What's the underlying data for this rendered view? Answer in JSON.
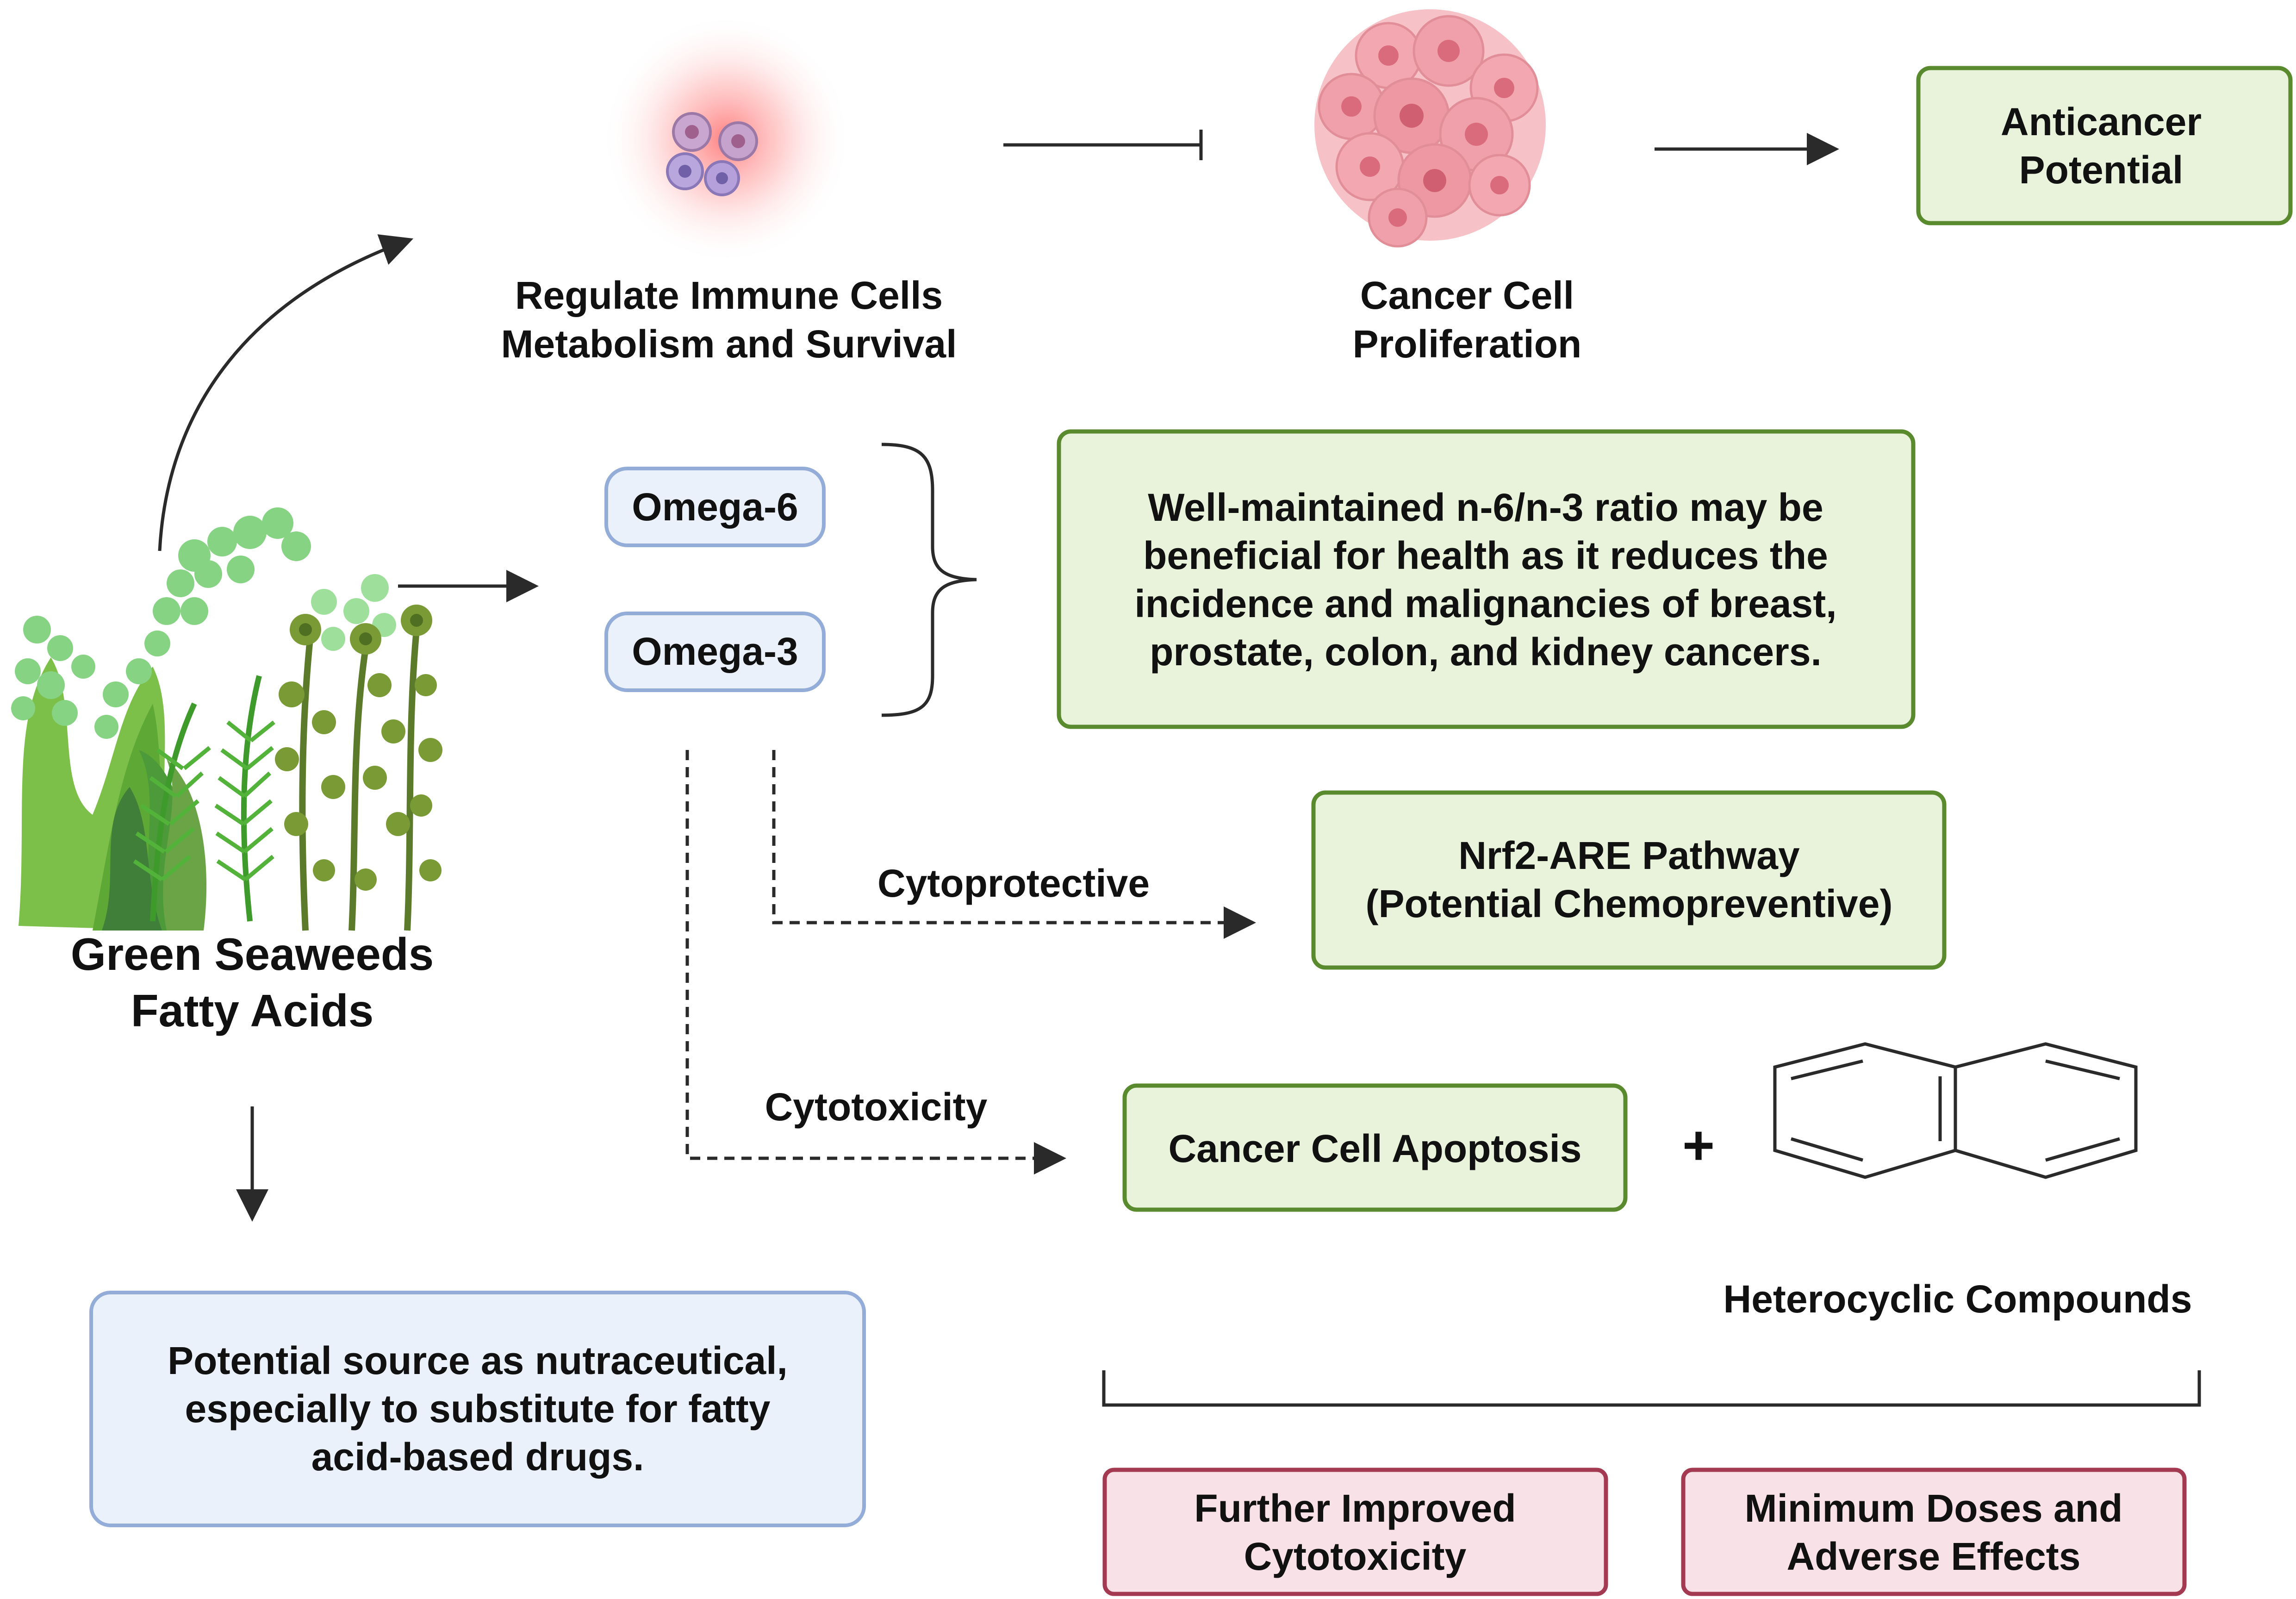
{
  "labels": {
    "immune_line1": "Regulate Immune Cells",
    "immune_line2": "Metabolism and Survival",
    "cancer_prolif_line1": "Cancer Cell",
    "cancer_prolif_line2": "Proliferation",
    "seaweed_line1": "Green Seaweeds",
    "seaweed_line2": "Fatty Acids",
    "cytoprotective": "Cytoprotective",
    "cytotoxicity": "Cytotoxicity",
    "heterocyclic": "Heterocyclic Compounds",
    "plus": "+"
  },
  "boxes": {
    "anticancer_line1": "Anticancer",
    "anticancer_line2": "Potential",
    "omega6": "Omega-6",
    "omega3": "Omega-3",
    "ratio_line1": "Well-maintained n-6/n-3 ratio may be",
    "ratio_line2": "beneficial for health as it reduces the",
    "ratio_line3": "incidence and malignancies of breast,",
    "ratio_line4": "prostate, colon, and kidney cancers.",
    "nrf2_line1": "Nrf2-ARE Pathway",
    "nrf2_line2": "(Potential Chemopreventive)",
    "apoptosis": "Cancer Cell Apoptosis",
    "nutra_line1": "Potential source as nutraceutical,",
    "nutra_line2": "especially to substitute for fatty",
    "nutra_line3": "acid-based drugs.",
    "further_line1": "Further Improved",
    "further_line2": "Cytotoxicity",
    "minimum_line1": "Minimum Doses and",
    "minimum_line2": "Adverse Effects"
  },
  "colors": {
    "green_fill": "#e9f3dc",
    "green_stroke": "#5a8a2e",
    "blue_fill": "#eaf1fb",
    "blue_stroke": "#93add8",
    "pink_fill": "#f9e2e7",
    "pink_stroke": "#a33a52",
    "line": "#2a2a2a"
  },
  "icons": [
    "immune-cells-icon",
    "cancer-cell-cluster-icon",
    "green-seaweed-icon",
    "naphthalene-structure-icon"
  ]
}
